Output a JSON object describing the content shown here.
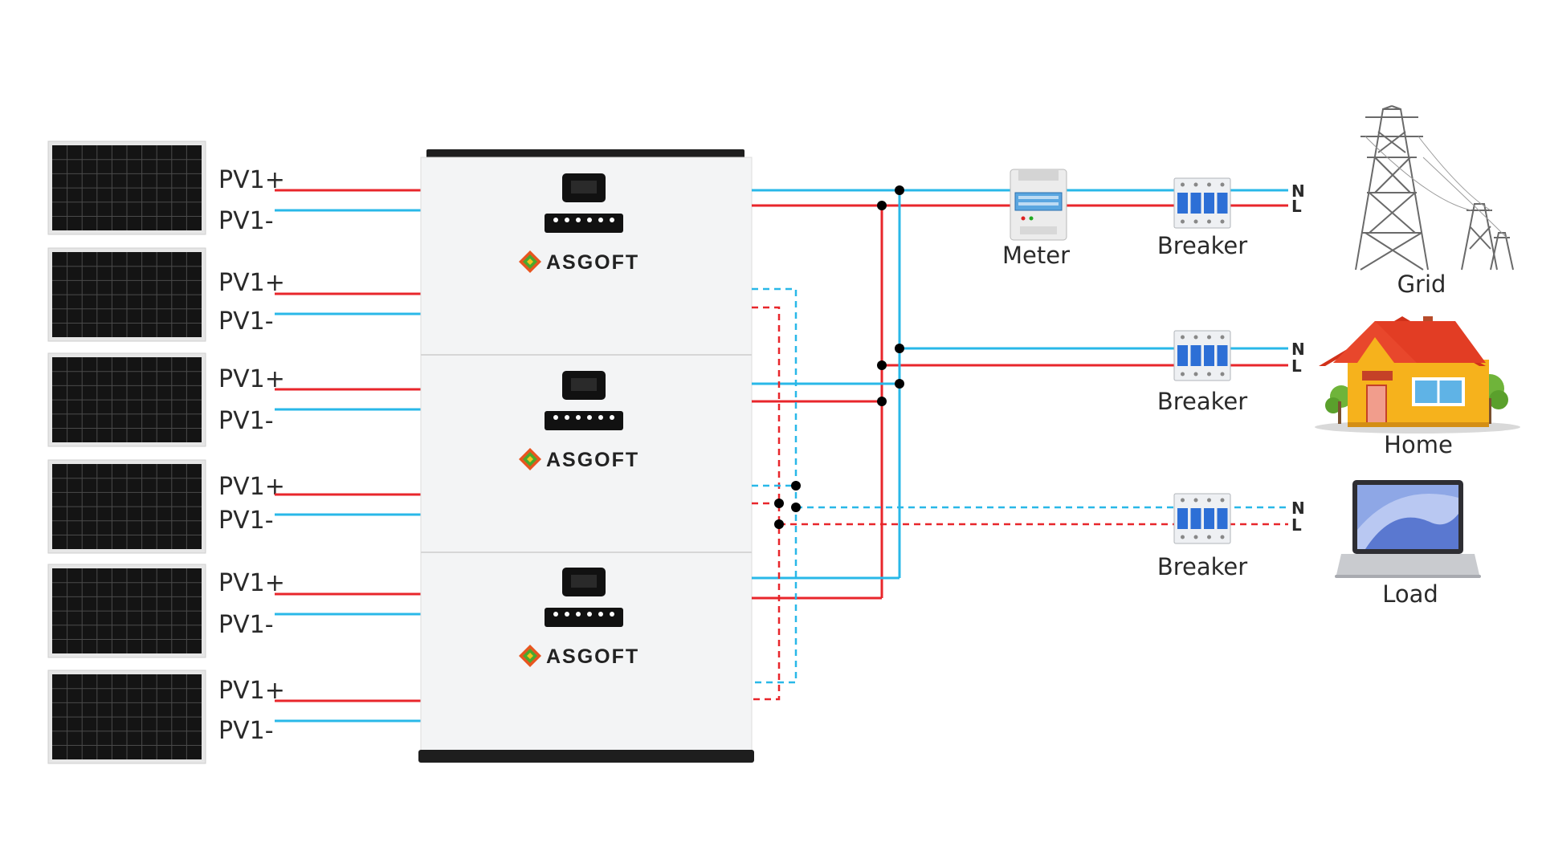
{
  "pv_labels": {
    "plus": "PV1+",
    "minus": "PV1-"
  },
  "brand": "ASGOFT",
  "meter_label": "Meter",
  "breaker_label": "Breaker",
  "grid_label": "Grid",
  "home_label": "Home",
  "load_label": "Load",
  "n_label": "N",
  "l_label": "L",
  "colors": {
    "live": "#e8262b",
    "neutral": "#29b8e8",
    "junction": "#000000",
    "inverter": "#f4f5f6",
    "house_wall": "#f6b21c",
    "house_roof": "#e23d24"
  }
}
